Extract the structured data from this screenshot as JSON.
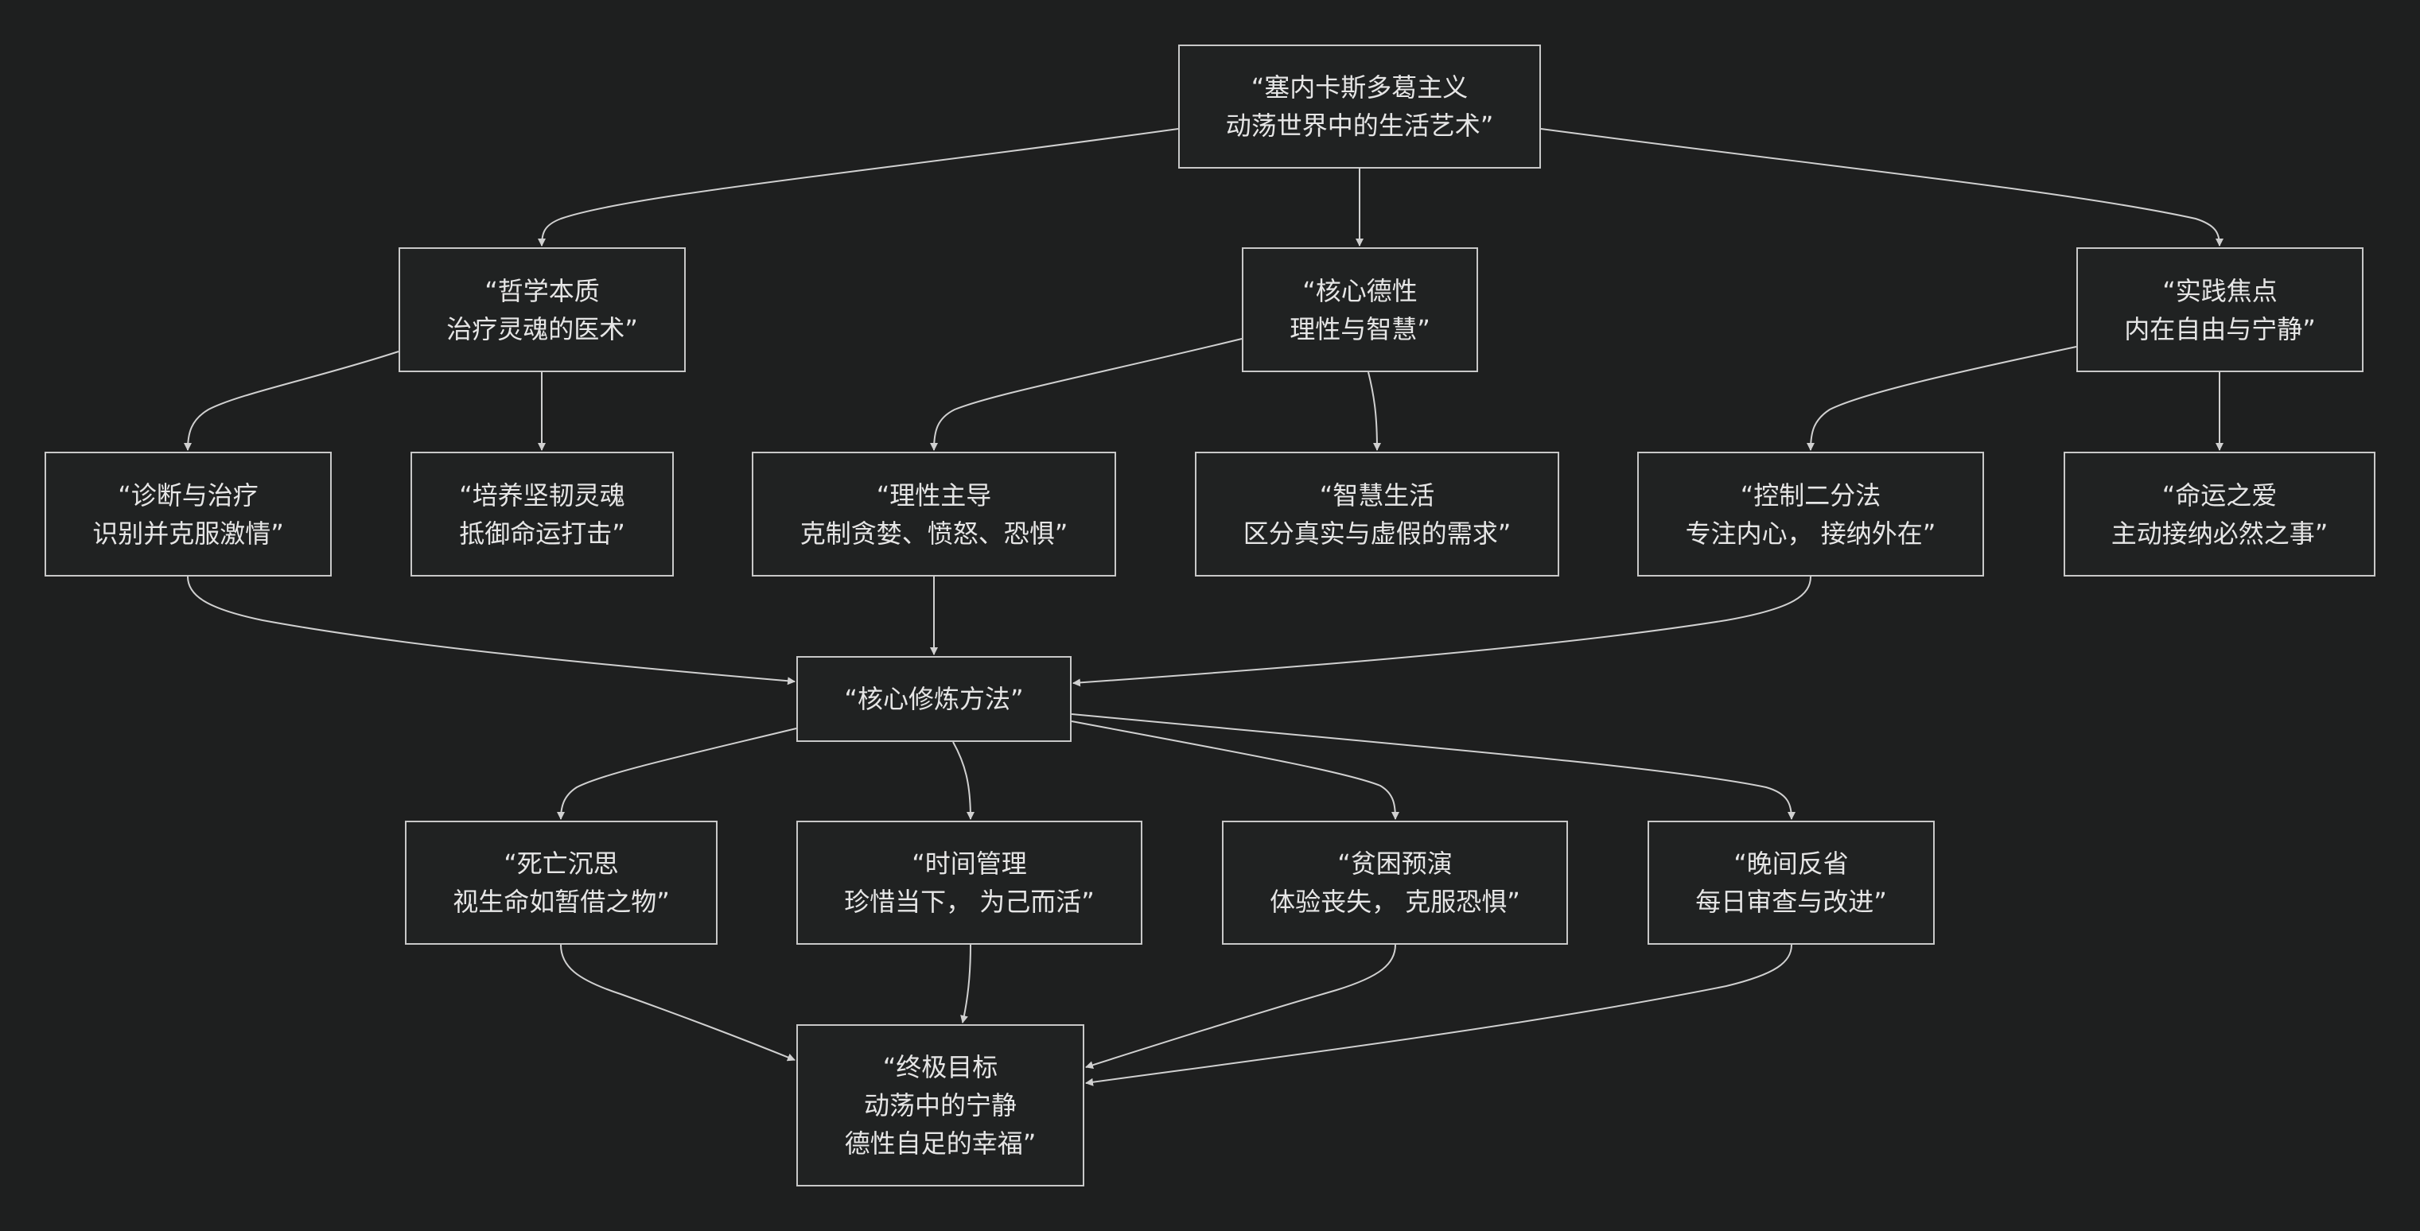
{
  "nodes": {
    "root": "“塞内卡斯多葛主义\n动荡世界中的生活艺术”",
    "essence": "“哲学本质\n治疗灵魂的医术”",
    "virtue": "“核心德性\n理性与智慧”",
    "practice": "“实践焦点\n内在自由与宁静”",
    "diagnose": "“诊断与治疗\n识别并克服激情”",
    "resilient": "“培养坚韧灵魂\n抵御命运打击”",
    "reason": "“理性主导\n克制贪婪、愤怒、恐惧”",
    "wisdom": "“智慧生活\n区分真实与虚假的需求”",
    "control": "“控制二分法\n专注内心， 接纳外在”",
    "fate": "“命运之爱\n主动接纳必然之事”",
    "methods": "“核心修炼方法”",
    "death": "“死亡沉思\n视生命如暂借之物”",
    "time": "“时间管理\n珍惜当下， 为己而活”",
    "poverty": "“贫困预演\n体验丧失， 克服恐惧”",
    "evening": "“晚间反省\n每日审查与改进”",
    "goal": "“终极目标\n动荡中的宁静\n德性自足的幸福”"
  },
  "colors": {
    "background": "#1e1f1f",
    "node_fill": "#202222",
    "node_border": "#c8c8c8",
    "edge": "#d0d0d0",
    "text": "#e6e6e6"
  }
}
